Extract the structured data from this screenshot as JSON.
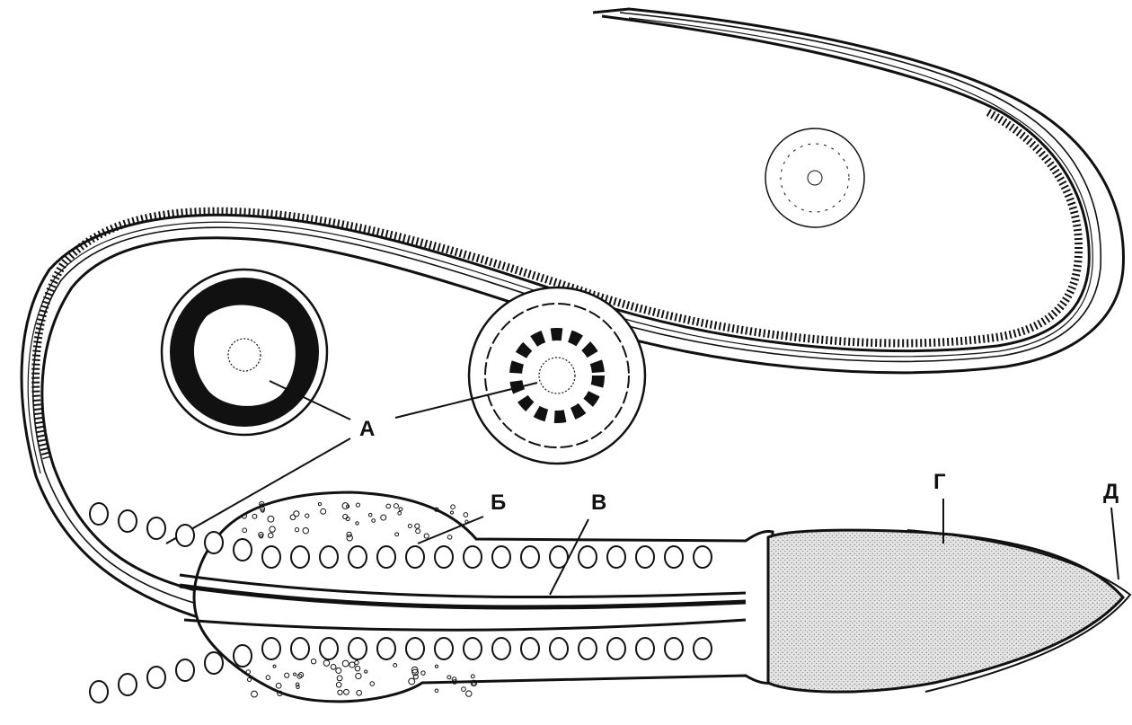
{
  "diagram": {
    "labels": {
      "a": "А",
      "b": "Б",
      "v": "В",
      "g": "Г",
      "d": "Д"
    },
    "colors": {
      "ink": "#111111",
      "paper": "#ffffff",
      "stipple": "#dcdcdc"
    }
  }
}
